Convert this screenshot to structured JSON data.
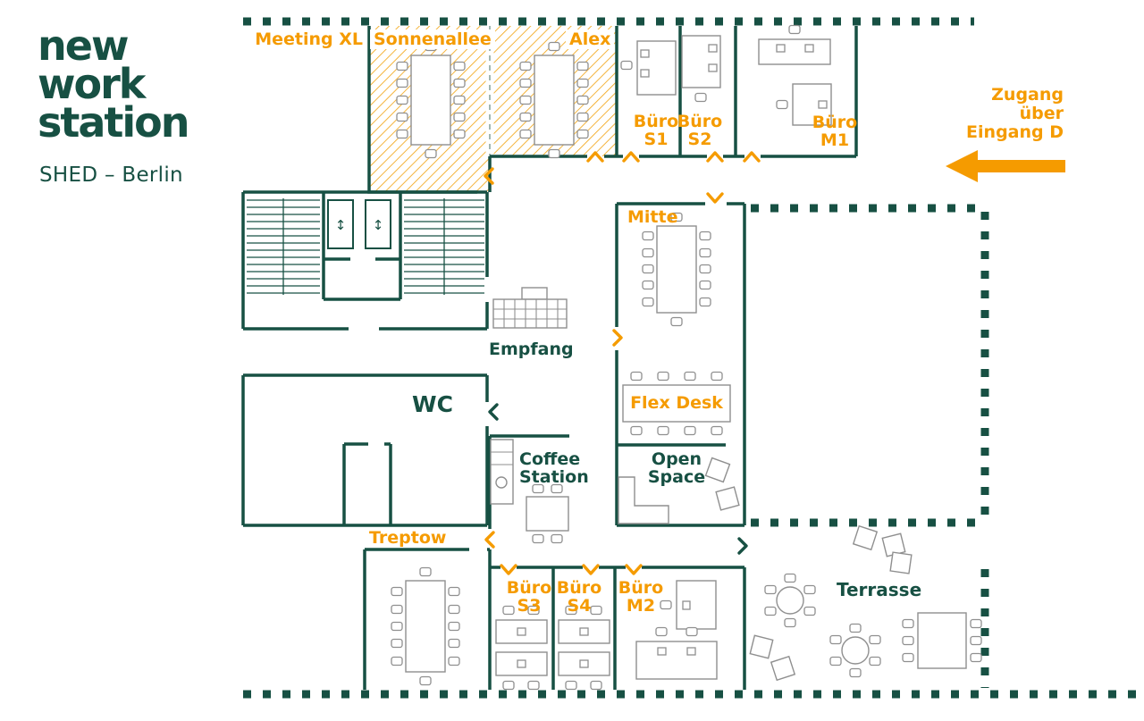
{
  "brand": {
    "logo_lines": [
      "new",
      "work",
      "station"
    ],
    "subtitle": "SHED – Berlin"
  },
  "colors": {
    "brand_green": "#175043",
    "accent_orange": "#F59B00",
    "furniture_gray": "#8F8F8F"
  },
  "access": {
    "note": "Zugang\nüber\nEingang D"
  },
  "rooms": {
    "meeting_xl": "Meeting XL",
    "sonnenallee": "Sonnenallee",
    "alex": "Alex",
    "buero_s1": "Büro\nS1",
    "buero_s2": "Büro\nS2",
    "buero_m1": "Büro\nM1",
    "mitte": "Mitte",
    "empfang": "Empfang",
    "wc": "WC",
    "coffee_station": "Coffee\nStation",
    "flex_desk": "Flex Desk",
    "open_space": "Open\nSpace",
    "treptow": "Treptow",
    "buero_s3": "Büro\nS3",
    "buero_s4": "Büro\nS4",
    "buero_m2": "Büro\nM2",
    "terrasse": "Terrasse"
  },
  "icons": {
    "elevator": "↕"
  }
}
